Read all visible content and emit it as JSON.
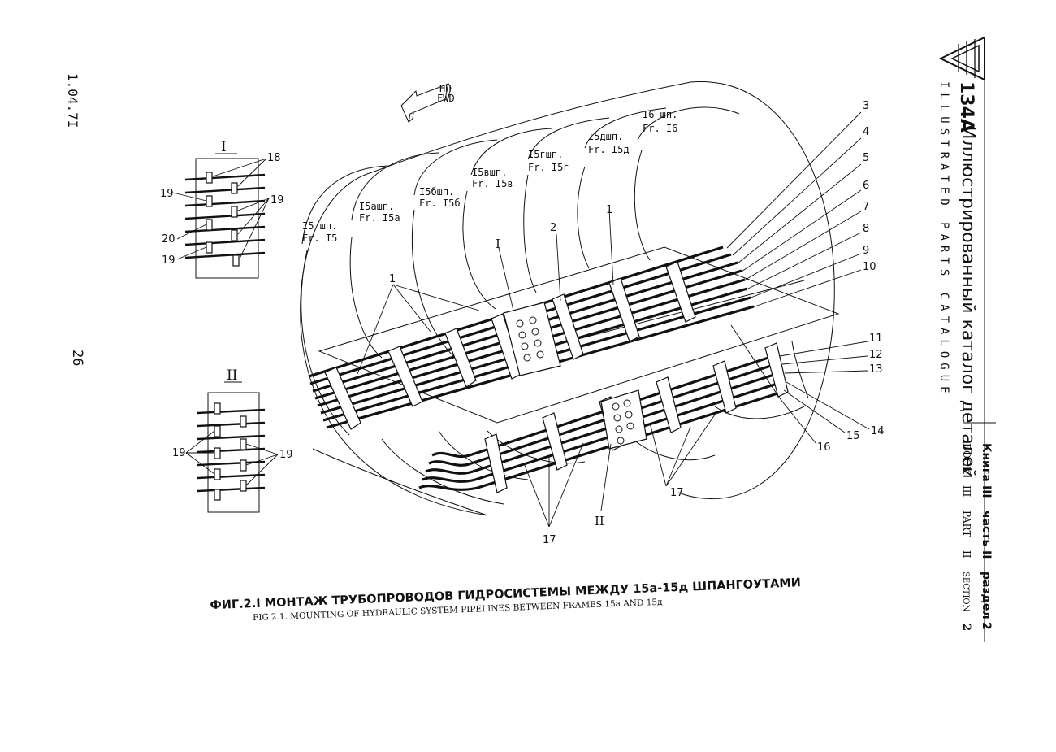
{
  "side_codes": {
    "doc_code": "1.04.7I",
    "page_number": "26"
  },
  "fwd_arrow": {
    "label_ru": "НП",
    "label_en": "FWD"
  },
  "frames": [
    {
      "ru": "I5 шп.",
      "en": "Fr. I5"
    },
    {
      "ru": "I5ашп.",
      "en": "Fr. I5a"
    },
    {
      "ru": "I5бшп.",
      "en": "Fr. I5б"
    },
    {
      "ru": "I5вшп.",
      "en": "Fr. I5в"
    },
    {
      "ru": "I5гшп.",
      "en": "Fr. I5г"
    },
    {
      "ru": "I5дшп.",
      "en": "Fr. I5д"
    },
    {
      "ru": "I6 шп.",
      "en": "Fr. I6"
    }
  ],
  "detail_views": {
    "view_1": {
      "title": "I",
      "labels": [
        "18",
        "19",
        "19",
        "20",
        "19"
      ]
    },
    "view_2": {
      "title": "II",
      "labels": [
        "19",
        "19"
      ]
    }
  },
  "callouts": [
    "1",
    "1",
    "2",
    "I",
    "II",
    "3",
    "4",
    "5",
    "6",
    "7",
    "8",
    "9",
    "10",
    "11",
    "12",
    "13",
    "14",
    "15",
    "16",
    "17",
    "17"
  ],
  "caption": {
    "ru": "ФИГ.2.I  МОНТАЖ  ТРУБОПРОВОДОВ ГИДРОСИСТЕМЫ МЕЖДУ  15а-15д   ШПАНГОУТАМИ",
    "en": "FIG.2.1.  MOUNTING OF HYDRAULIC SYSTEM PIPELINES BETWEEN FRAMES 15a AND 15д"
  },
  "title_block": {
    "logo_text": "ТУ",
    "model": "134A",
    "title_ru": "Иллюстрированный каталог деталей",
    "title_en": "ILLUSTRATED PARTS CATALOGUE",
    "book_ru": "Книга",
    "book_en": "BOOK",
    "book_no": "III",
    "part_ru": "часть",
    "part_en": "PART",
    "part_no": "II",
    "section_ru": "раздел",
    "section_en": "SECTION",
    "section_no": "2"
  }
}
